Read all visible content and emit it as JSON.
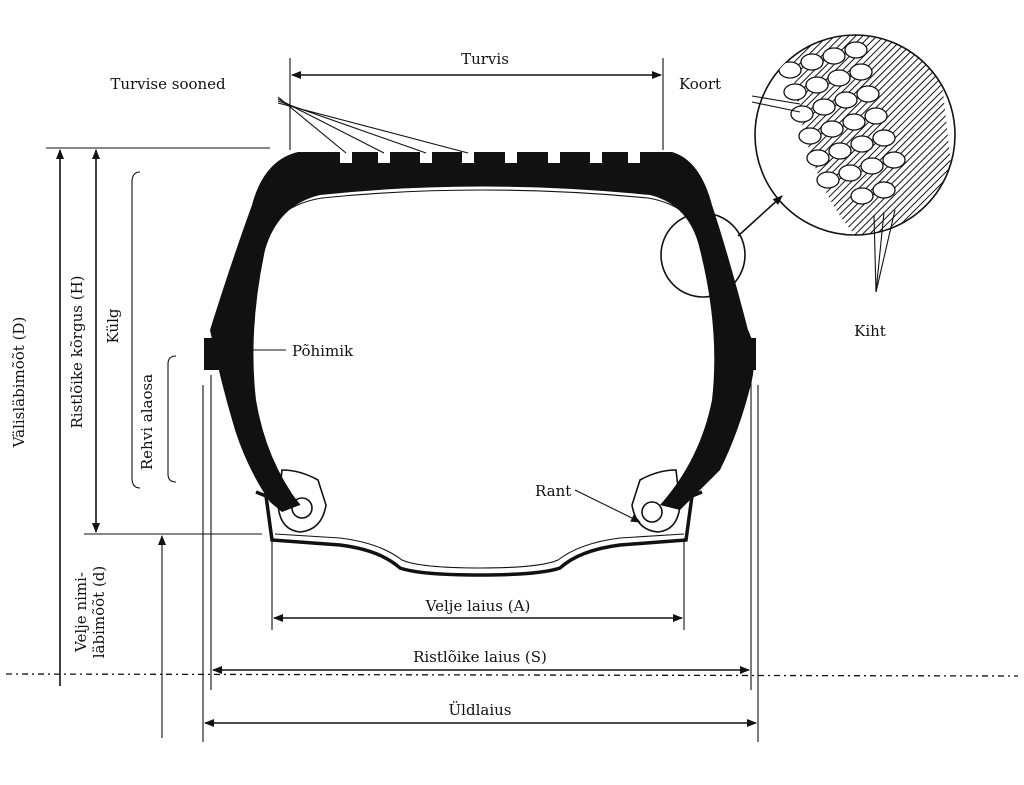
{
  "labels": {
    "tread": "Turvis",
    "tread_grooves": "Turvise sooned",
    "cord": "Koort",
    "ply": "Kiht",
    "carcass": "Põhimik",
    "bead": "Rant",
    "rim_width": "Velje laius (A)",
    "section_width": "Ristlõike laius (S)",
    "overall_width": "Üldlaius",
    "outer_diameter": "Välisläbimõõt (D)",
    "section_height": "Ristlõike kõrgus (H)",
    "sidewall": "Külg",
    "lower_area": "Rehvi alaosa",
    "rim_diameter_1": "Velje nimi-",
    "rim_diameter_2": "läbimõõt (d)"
  },
  "colors": {
    "ink": "#111111",
    "fill": "#111111",
    "paper": "#ffffff"
  }
}
